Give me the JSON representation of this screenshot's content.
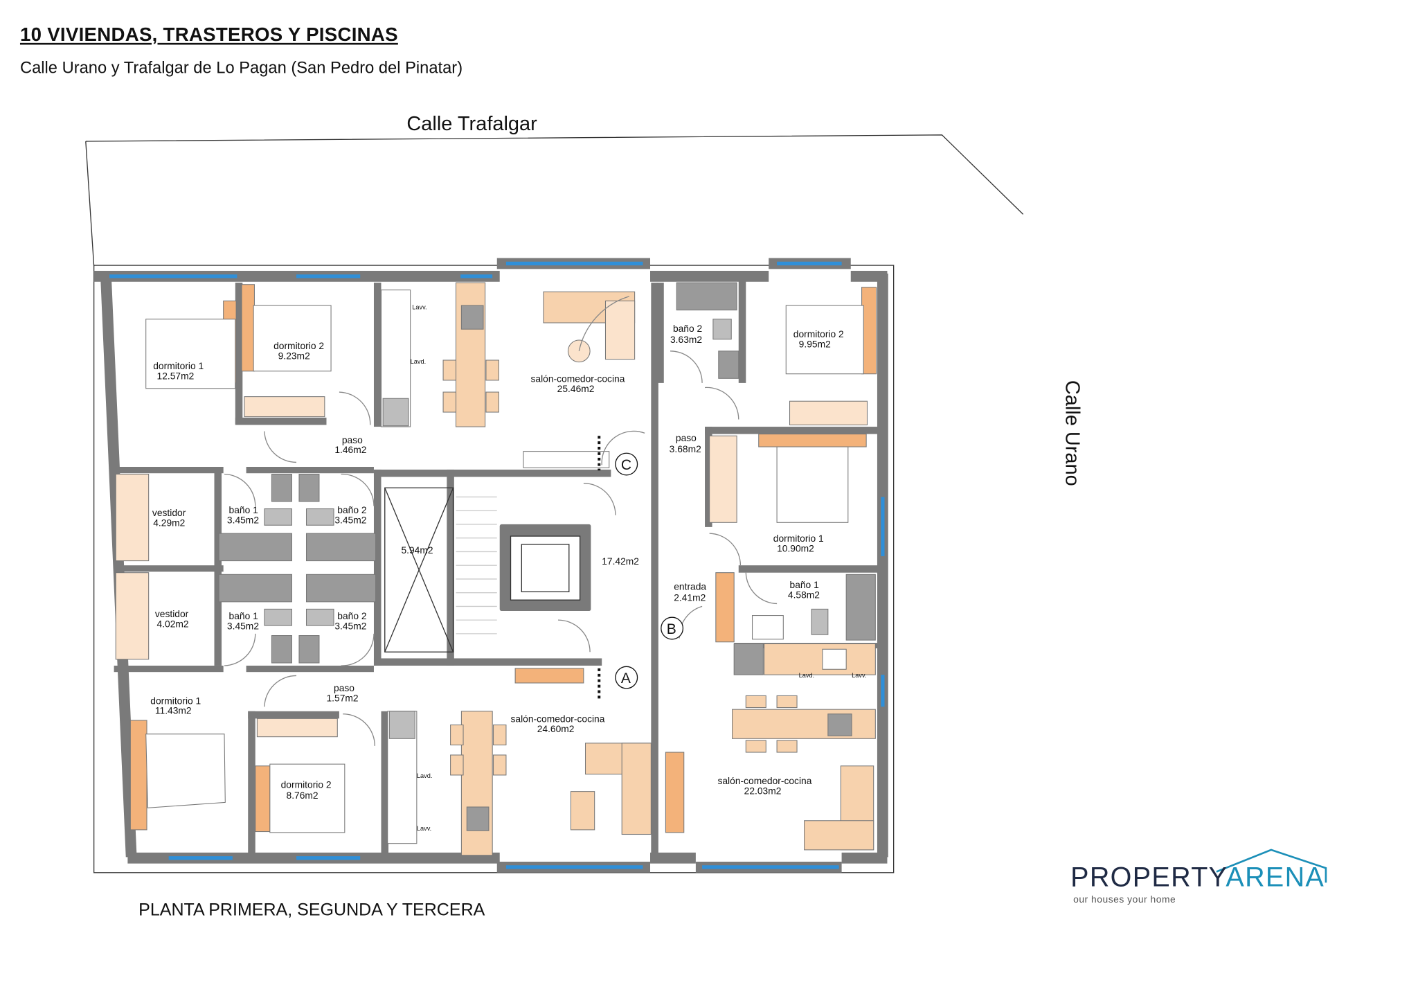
{
  "header": {
    "title": "10 VIVIENDAS, TRASTEROS Y PISCINAS",
    "subtitle": "Calle Urano y Trafalgar de Lo Pagan (San Pedro del Pinatar)"
  },
  "streets": {
    "top": "Calle Trafalgar",
    "right": "Calle Urano"
  },
  "plan_label": "PLANTA PRIMERA, SEGUNDA Y TERCERA",
  "logo": {
    "part1": "PROPERTY",
    "part2": "ARENA",
    "tagline": "our houses your home"
  },
  "colors": {
    "wall": "#7a7a7a",
    "furniture": "#f7d2ad",
    "furniture_dark": "#f3b27a",
    "window": "#2f8fd8",
    "fixture": "#9a9a9a"
  },
  "rooms": {
    "a_dorm1": {
      "name": "dormitorio 1",
      "area": "12.57m2"
    },
    "a_dorm2": {
      "name": "dormitorio 2",
      "area": "9.23m2"
    },
    "a_salon": {
      "name": "salón-comedor-cocina",
      "area": "25.46m2"
    },
    "a_paso": {
      "name": "paso",
      "area": "1.46m2"
    },
    "a_vestidor": {
      "name": "vestidor",
      "area": "4.29m2"
    },
    "a_bano1": {
      "name": "baño 1",
      "area": "3.45m2"
    },
    "a_bano2": {
      "name": "baño 2",
      "area": "3.45m2"
    },
    "core_stair": {
      "area": "5.94m2"
    },
    "core_hall": {
      "area": "17.42m2"
    },
    "b_vestidor": {
      "name": "vestidor",
      "area": "4.02m2"
    },
    "b_bano1": {
      "name": "baño 1",
      "area": "3.45m2"
    },
    "b_bano2": {
      "name": "baño 2",
      "area": "3.45m2"
    },
    "b_dorm1": {
      "name": "dormitorio 1",
      "area": "11.43m2"
    },
    "b_paso": {
      "name": "paso",
      "area": "1.57m2"
    },
    "b_dorm2": {
      "name": "dormitorio 2",
      "area": "8.76m2"
    },
    "b_salon": {
      "name": "salón-comedor-cocina",
      "area": "24.60m2"
    },
    "c_bano2": {
      "name": "baño 2",
      "area": "3.63m2"
    },
    "c_dorm2": {
      "name": "dormitorio 2",
      "area": "9.95m2"
    },
    "c_paso": {
      "name": "paso",
      "area": "3.68m2"
    },
    "c_dorm1": {
      "name": "dormitorio 1",
      "area": "10.90m2"
    },
    "c_entrada": {
      "name": "entrada",
      "area": "2.41m2"
    },
    "c_bano1": {
      "name": "baño 1",
      "area": "4.58m2"
    },
    "c_salon": {
      "name": "salón-comedor-cocina",
      "area": "22.03m2"
    }
  },
  "doors": {
    "a": "A",
    "b": "B",
    "c": "C"
  },
  "appliance_labels": {
    "lav": "Lavv.",
    "lavd": "Lavd."
  }
}
